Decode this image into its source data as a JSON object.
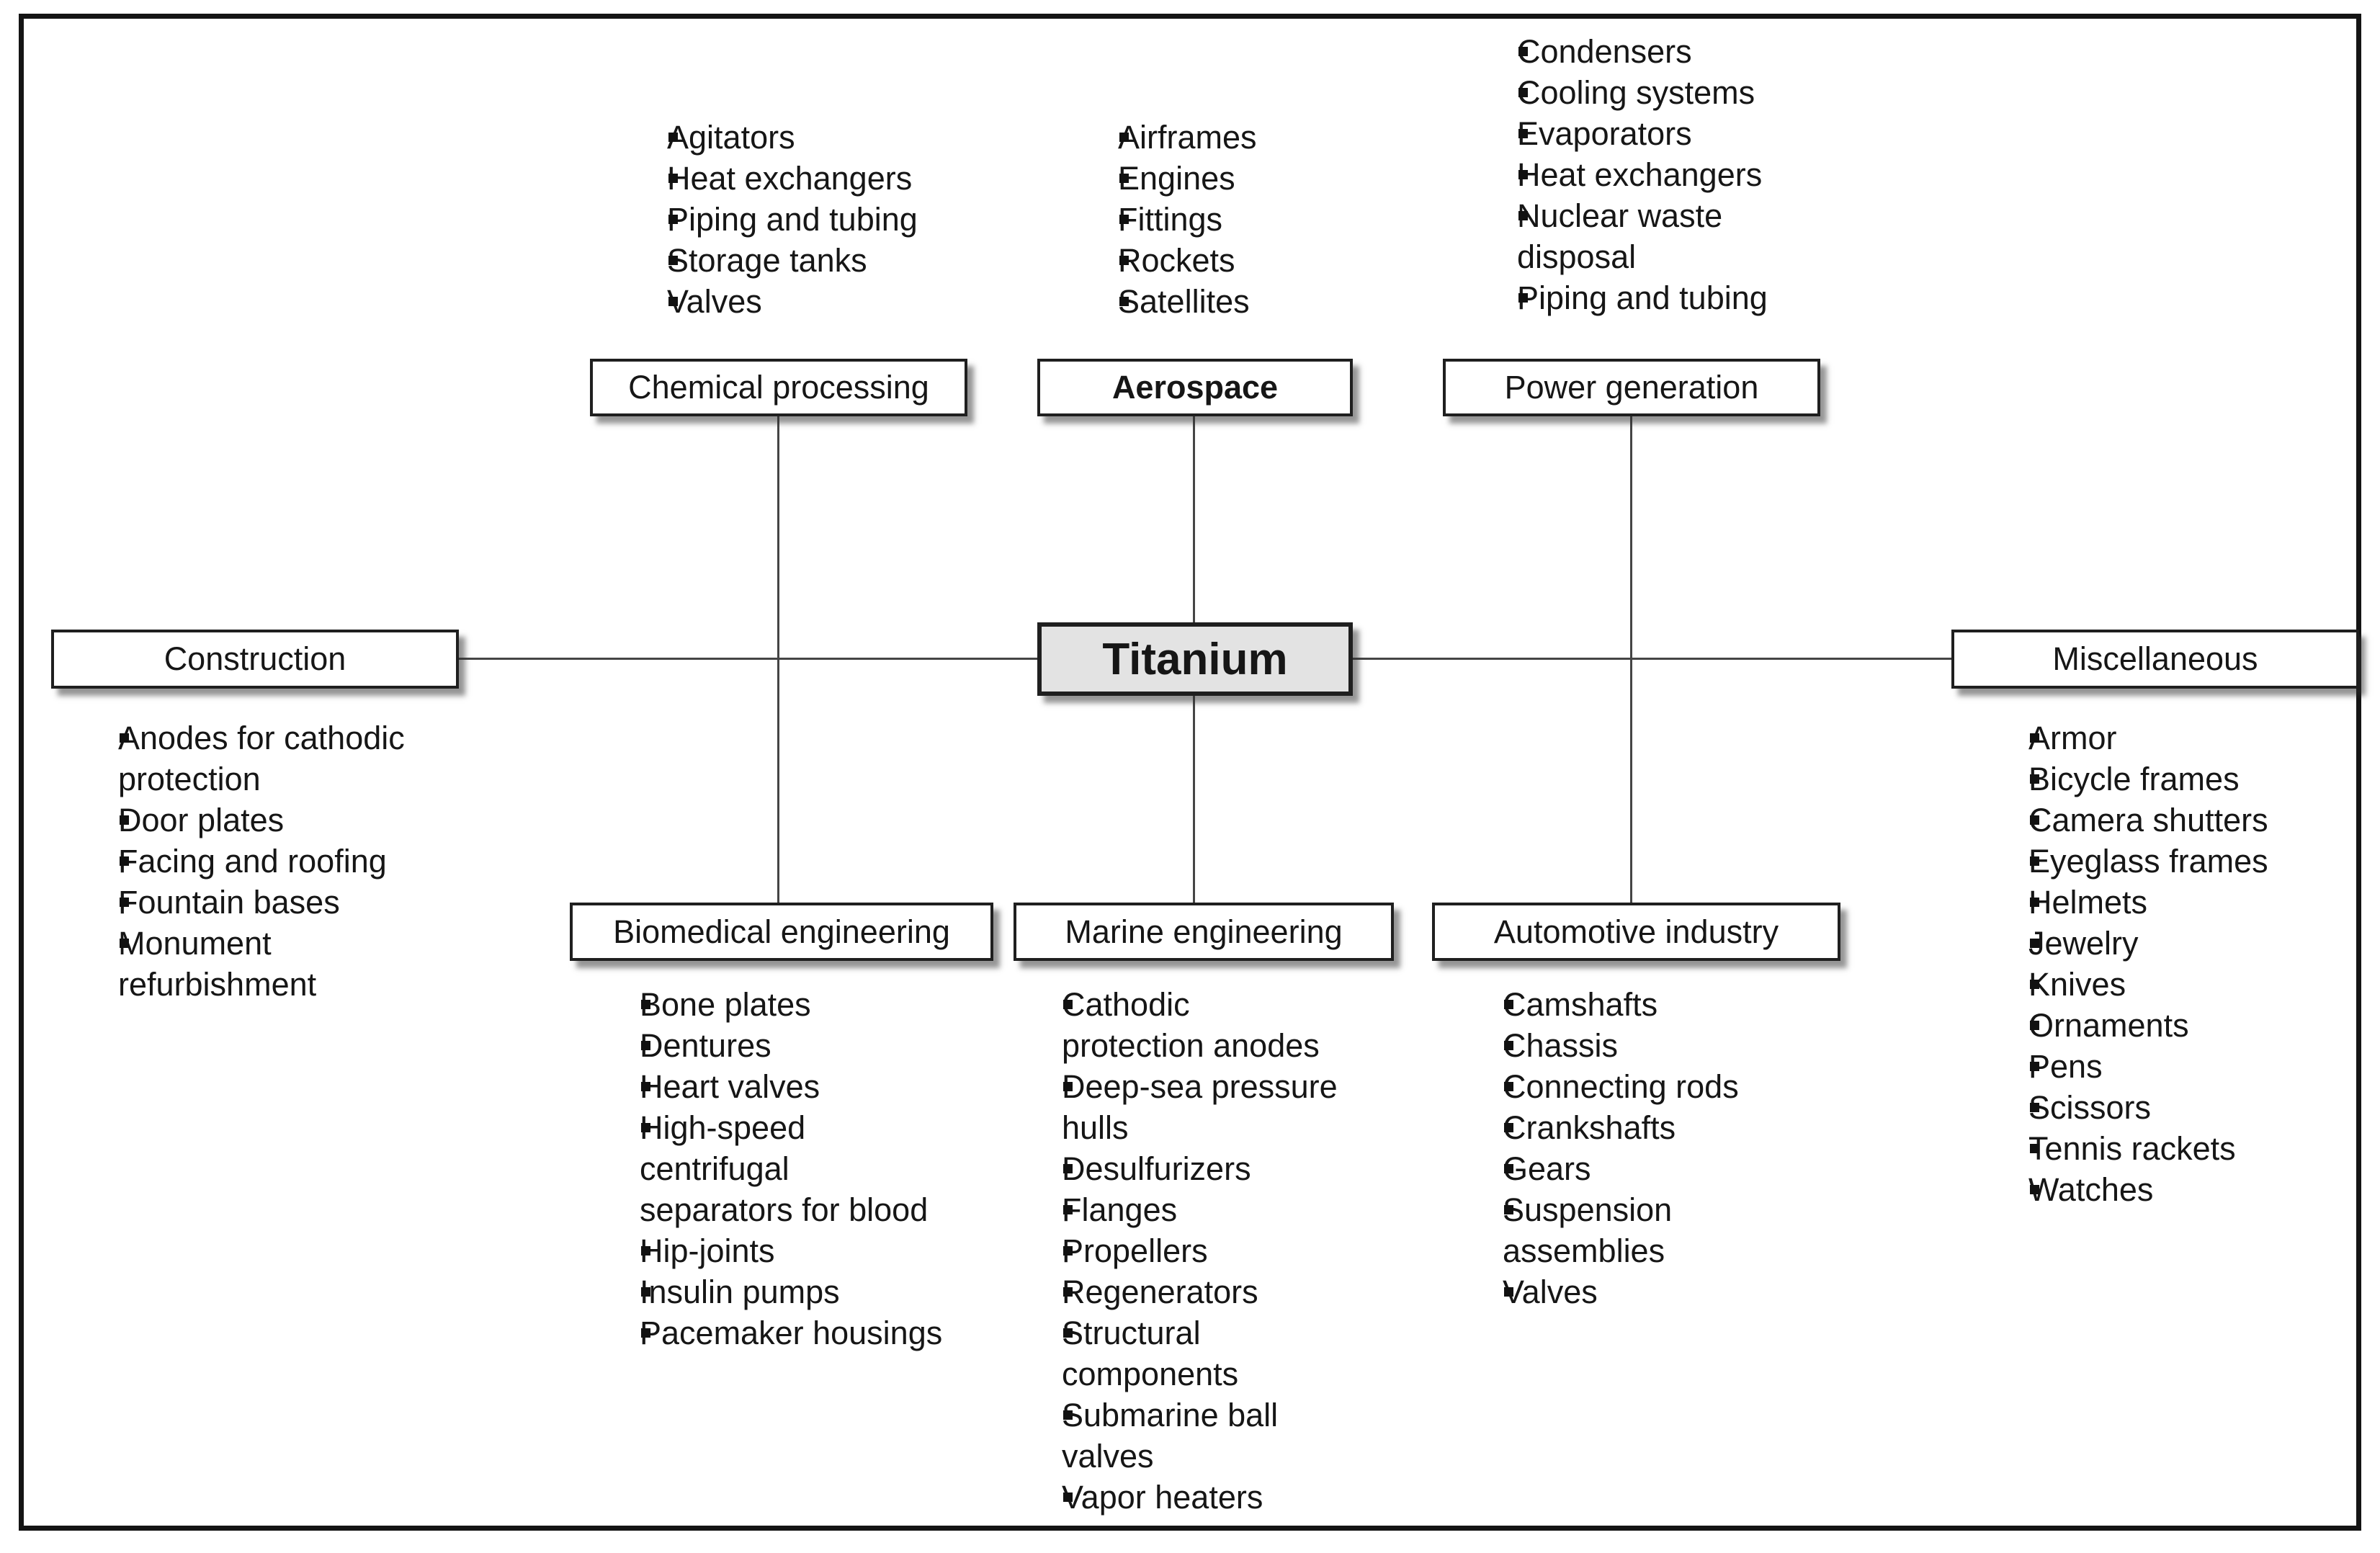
{
  "figure": {
    "type": "radial-diagram",
    "description": "Applications of titanium by industry"
  },
  "colors": {
    "center_node_fill": "#e3e3e3",
    "box_border": "#1f1f1f",
    "connector_line": "#454545",
    "text": "#161616"
  },
  "center": {
    "label": "Titanium"
  },
  "branches": [
    {
      "id": "chemical-processing",
      "label": "Chemical processing",
      "items": [
        "Agitators",
        "Heat exchangers",
        "Piping and tubing",
        "Storage tanks",
        "Valves"
      ]
    },
    {
      "id": "aerospace",
      "label": "Aerospace",
      "items": [
        "Airframes",
        "Engines",
        "Fittings",
        "Rockets",
        "Satellites"
      ]
    },
    {
      "id": "power-generation",
      "label": "Power generation",
      "items": [
        "Condensers",
        "Cooling systems",
        "Evaporators",
        "Heat exchangers",
        "Nuclear waste disposal",
        "Piping and tubing"
      ]
    },
    {
      "id": "construction",
      "label": "Construction",
      "items": [
        "Anodes for cathodic protection",
        "Door plates",
        "Facing and roofing",
        "Fountain bases",
        "Monument refurbishment"
      ]
    },
    {
      "id": "miscellaneous",
      "label": "Miscellaneous",
      "items": [
        "Armor",
        "Bicycle frames",
        "Camera shutters",
        "Eyeglass frames",
        "Helmets",
        "Jewelry",
        "Knives",
        "Ornaments",
        "Pens",
        "Scissors",
        "Tennis rackets",
        "Watches"
      ]
    },
    {
      "id": "biomedical-engineering",
      "label": "Biomedical engineering",
      "items": [
        "Bone plates",
        "Dentures",
        "Heart valves",
        "High-speed centrifugal separators for blood",
        "Hip-joints",
        "Insulin pumps",
        "Pacemaker housings"
      ]
    },
    {
      "id": "marine-engineering",
      "label": "Marine engineering",
      "items": [
        "Cathodic protection anodes",
        "Deep-sea pressure hulls",
        "Desulfurizers",
        "Flanges",
        "Propellers",
        "Regenerators",
        "Structural components",
        "Submarine ball valves",
        "Vapor heaters"
      ]
    },
    {
      "id": "automotive-industry",
      "label": "Automotive industry",
      "items": [
        "Camshafts",
        "Chassis",
        "Connecting rods",
        "Crankshafts",
        "Gears",
        "Suspension assemblies",
        "Valves"
      ]
    }
  ]
}
